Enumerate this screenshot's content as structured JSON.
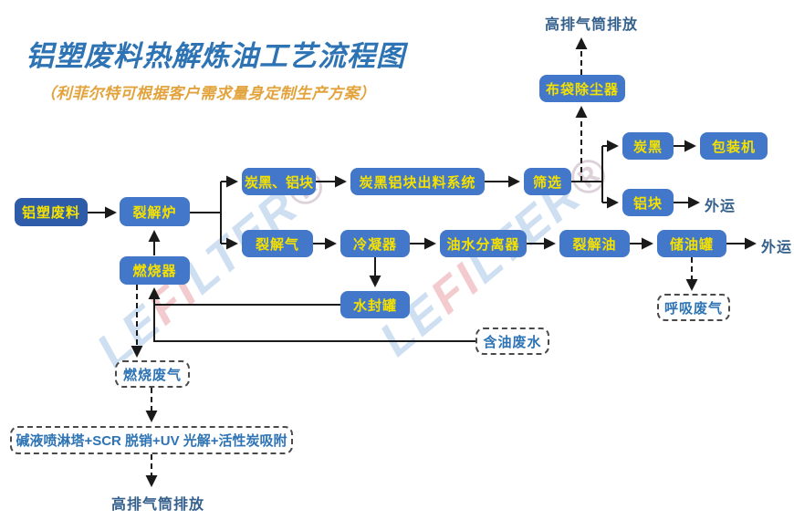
{
  "header": {
    "title": "铝塑废料热解炼油工艺流程图",
    "subtitle": "（利菲尔特可根据客户需求量身定制生产方案）"
  },
  "nodes": {
    "aluminum_plastic_waste": {
      "label": "铝塑废料"
    },
    "pyrolysis_furnace": {
      "label": "裂解炉"
    },
    "burner": {
      "label": "燃烧器"
    },
    "carbon_black_aluminum": {
      "label": "炭黑、铝块"
    },
    "discharge_system": {
      "label": "炭黑铝块出料系统"
    },
    "screening": {
      "label": "筛选"
    },
    "bag_filter": {
      "label": "布袋除尘器"
    },
    "carbon_black": {
      "label": "炭黑"
    },
    "packing_machine": {
      "label": "包装机"
    },
    "aluminum_block": {
      "label": "铝块"
    },
    "pyrolysis_gas": {
      "label": "裂解气"
    },
    "condenser": {
      "label": "冷凝器"
    },
    "oil_water_separator": {
      "label": "油水分离器"
    },
    "pyrolysis_oil": {
      "label": "裂解油"
    },
    "oil_storage_tank": {
      "label": "储油罐"
    },
    "water_seal_tank": {
      "label": "水封罐"
    },
    "breathing_waste_gas": {
      "label": "呼吸废气"
    },
    "oily_wastewater": {
      "label": "含油废水"
    },
    "combustion_waste_gas": {
      "label": "燃烧废气"
    },
    "treatment_train": {
      "label": "碱液喷淋塔+SCR 脱销+UV 光解+活性炭吸附"
    }
  },
  "labels": {
    "stack_discharge_top": "高排气筒排放",
    "outbound_top": "外运",
    "outbound_right": "外运",
    "stack_discharge_bottom": "高排气筒排放"
  },
  "watermark": {
    "text": "LEFILTER®",
    "letter_colors": [
      "#cfdff2",
      "#cfdff2",
      "#f3cbce",
      "#f3cbce",
      "#cfdff2",
      "#cfdff2",
      "#cfdff2",
      "#cfdff2",
      "#ded2da"
    ]
  },
  "colors": {
    "node_fill": "#4377C9",
    "node_fill_dark": "#2E5CA8",
    "node_text": "#F5E100",
    "dashed_text": "#2E74B5",
    "plain_label": "#35608C",
    "title": "#2E74B5",
    "subtitle": "#E2A33C",
    "line": "#1a1a1a"
  }
}
